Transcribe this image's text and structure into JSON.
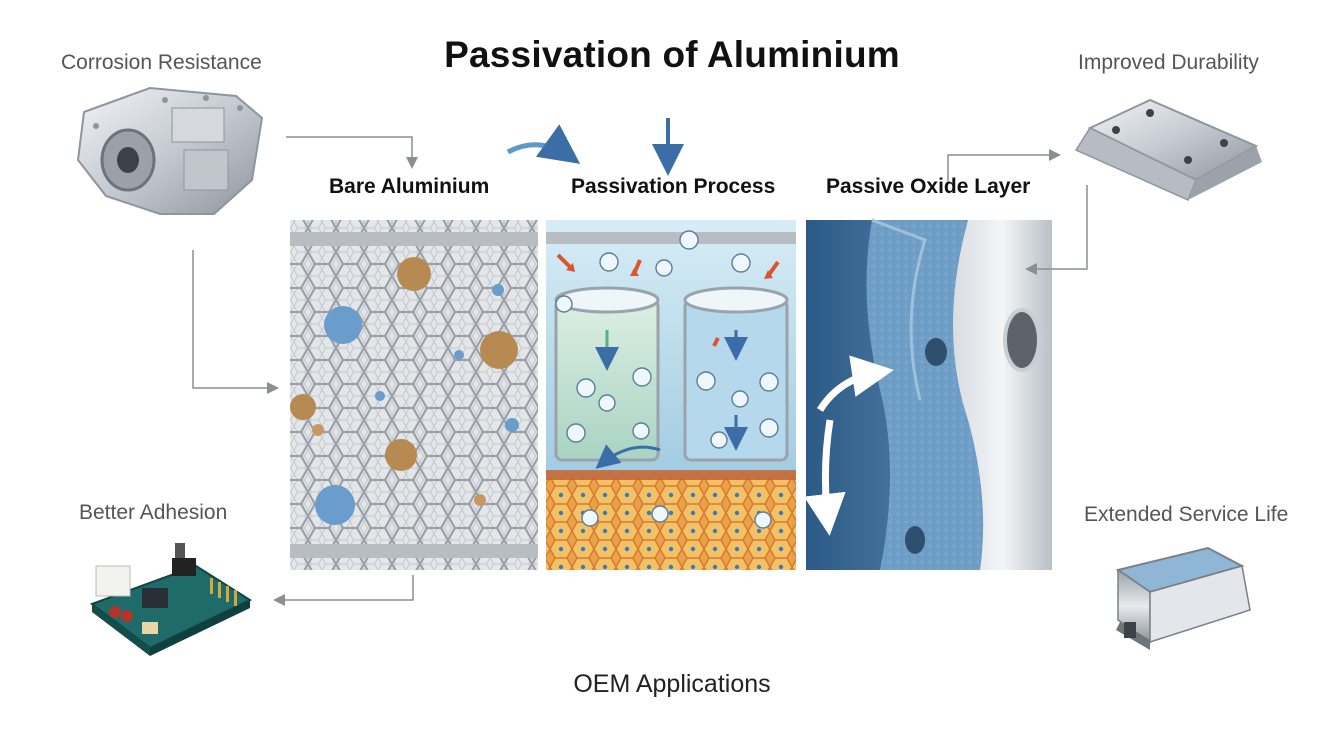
{
  "title": "Passivation of Aluminium",
  "panels": [
    {
      "label": "Bare Aluminium"
    },
    {
      "label": "Passivation Process"
    },
    {
      "label": "Passive Oxide Layer"
    }
  ],
  "benefits": {
    "top_left": "Corrosion Resistance",
    "bottom_left": "Better Adhesion",
    "top_right": "Improved Durability",
    "bottom_right": "Extended Service Life"
  },
  "footer": "OEM Applications",
  "colors": {
    "title": "#111111",
    "label": "#555555",
    "liquid": "#bfe0ee",
    "oxide": "#3f6f9c",
    "metal": "#c9ced4",
    "arrow_red": "#d9552b",
    "arrow_blue": "#3b6ea6"
  },
  "icons": [
    "gearbox-icon",
    "circuit-board-icon",
    "bracket-icon",
    "rail-profile-icon"
  ]
}
